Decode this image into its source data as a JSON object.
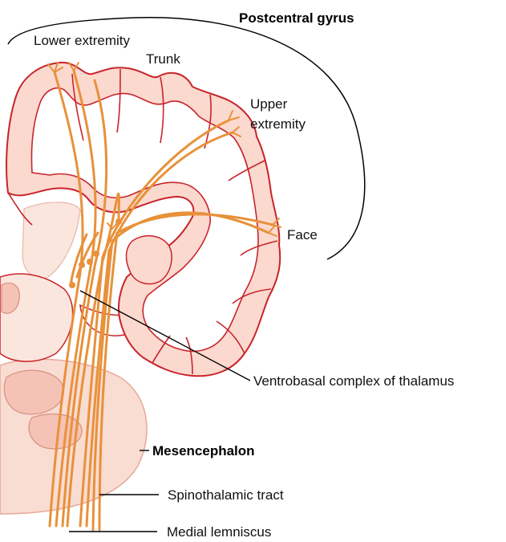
{
  "labels": {
    "postcentral_gyrus": "Postcentral gyrus",
    "lower_extremity": "Lower extremity",
    "trunk": "Trunk",
    "upper_extremity_line1": "Upper",
    "upper_extremity_line2": "extremity",
    "face": "Face",
    "ventrobasal_complex": "Ventrobasal complex of thalamus",
    "mesencephalon": "Mesencephalon",
    "spinothalamic_tract": "Spinothalamic tract",
    "medial_lemniscus": "Medial lemniscus"
  },
  "colors": {
    "tract": "#e8913a",
    "cortex_fill": "#fbd9cf",
    "cortex_outline": "#c8242b",
    "gyrus_bracket": "#000000",
    "leader_line": "#000000",
    "midbrain_fill": "#f9dcd2",
    "thalamus_fill": "#fbe6de"
  }
}
